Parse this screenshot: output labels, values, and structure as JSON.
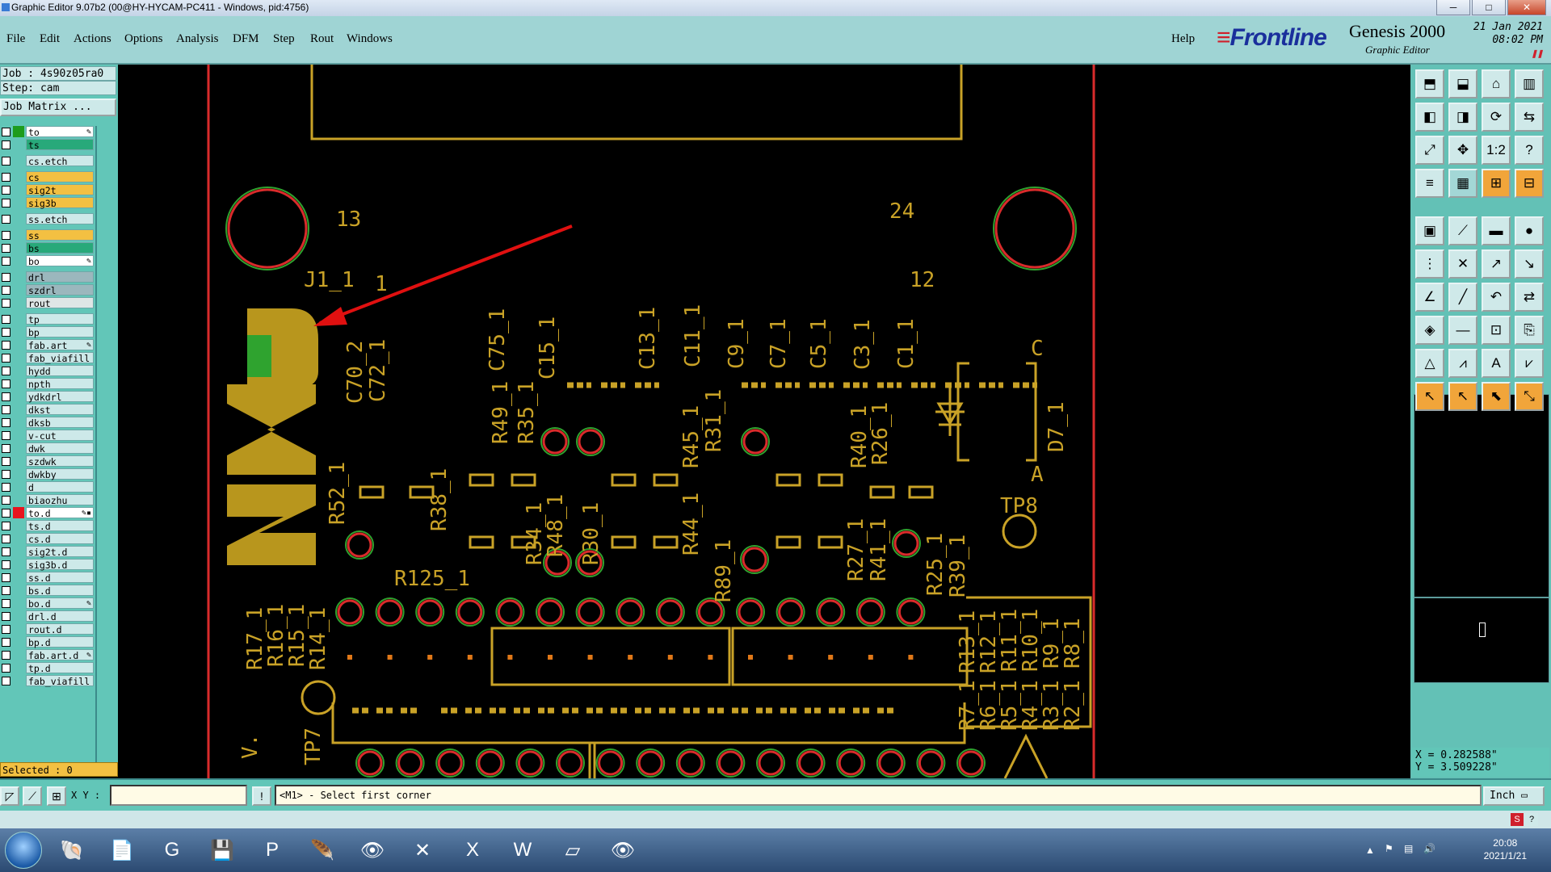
{
  "window": {
    "title": "Graphic Editor 9.07b2 (00@HY-HYCAM-PC411 - Windows, pid:4756)",
    "controls": [
      "─",
      "□",
      "✕"
    ]
  },
  "menu": [
    "File",
    "Edit",
    "Actions",
    "Options",
    "Analysis",
    "DFM",
    "Step",
    "Rout",
    "Windows"
  ],
  "help_label": "Help",
  "brand": {
    "logo_text": "Frontline",
    "product": "Genesis 2000",
    "subtitle": "Graphic Editor",
    "date": "21 Jan 2021",
    "time": "08:02 PM"
  },
  "job": {
    "job_line": "Job : 4s90z05ra0",
    "step_line": "Step: cam",
    "matrix_button": "Job Matrix ..."
  },
  "layers": [
    {
      "name": "to",
      "color": "#ffffff",
      "swatch": "#1d9c1d",
      "flag": "✎"
    },
    {
      "name": "ts",
      "color": "#28a97a",
      "swatch": "#62c6b8",
      "flag": ""
    },
    {
      "name": "cs.etch",
      "color": "#cde9e9",
      "swatch": "#62c6b8",
      "flag": ""
    },
    {
      "name": "cs",
      "color": "#f3c042",
      "swatch": "#62c6b8",
      "flag": ""
    },
    {
      "name": "sig2t",
      "color": "#f3c042",
      "swatch": "#62c6b8",
      "flag": ""
    },
    {
      "name": "sig3b",
      "color": "#f3c042",
      "swatch": "#62c6b8",
      "flag": ""
    },
    {
      "name": "ss.etch",
      "color": "#cde9e9",
      "swatch": "#62c6b8",
      "flag": ""
    },
    {
      "name": "ss",
      "color": "#f3c042",
      "swatch": "#62c6b8",
      "flag": ""
    },
    {
      "name": "bs",
      "color": "#28a97a",
      "swatch": "#62c6b8",
      "flag": ""
    },
    {
      "name": "bo",
      "color": "#ffffff",
      "swatch": "#62c6b8",
      "flag": "✎"
    },
    {
      "name": "drl",
      "color": "#9bb7bd",
      "swatch": "#62c6b8",
      "flag": ""
    },
    {
      "name": "szdrl",
      "color": "#9bb7bd",
      "swatch": "#62c6b8",
      "flag": ""
    },
    {
      "name": "rout",
      "color": "#dfe6e6",
      "swatch": "#62c6b8",
      "flag": ""
    },
    {
      "name": "tp",
      "color": "#cde9e9",
      "swatch": "#62c6b8",
      "flag": ""
    },
    {
      "name": "bp",
      "color": "#cde9e9",
      "swatch": "#62c6b8",
      "flag": ""
    },
    {
      "name": "fab.art",
      "color": "#cde9e9",
      "swatch": "#62c6b8",
      "flag": "✎"
    },
    {
      "name": "fab_viafill",
      "color": "#cde9e9",
      "swatch": "#62c6b8",
      "flag": ""
    },
    {
      "name": "hydd",
      "color": "#cde9e9",
      "swatch": "#62c6b8",
      "flag": ""
    },
    {
      "name": "npth",
      "color": "#cde9e9",
      "swatch": "#62c6b8",
      "flag": ""
    },
    {
      "name": "ydkdrl",
      "color": "#cde9e9",
      "swatch": "#62c6b8",
      "flag": ""
    },
    {
      "name": "dkst",
      "color": "#cde9e9",
      "swatch": "#62c6b8",
      "flag": ""
    },
    {
      "name": "dksb",
      "color": "#cde9e9",
      "swatch": "#62c6b8",
      "flag": ""
    },
    {
      "name": "v-cut",
      "color": "#cde9e9",
      "swatch": "#62c6b8",
      "flag": ""
    },
    {
      "name": "dwk",
      "color": "#cde9e9",
      "swatch": "#62c6b8",
      "flag": ""
    },
    {
      "name": "szdwk",
      "color": "#cde9e9",
      "swatch": "#62c6b8",
      "flag": ""
    },
    {
      "name": "dwkby",
      "color": "#cde9e9",
      "swatch": "#62c6b8",
      "flag": ""
    },
    {
      "name": "d",
      "color": "#cde9e9",
      "swatch": "#62c6b8",
      "flag": ""
    },
    {
      "name": "biaozhu",
      "color": "#cde9e9",
      "swatch": "#62c6b8",
      "flag": ""
    },
    {
      "name": "to.d",
      "color": "#ffffff",
      "swatch": "#e8141e",
      "flag": "✎▪"
    },
    {
      "name": "ts.d",
      "color": "#cde9e9",
      "swatch": "#62c6b8",
      "flag": ""
    },
    {
      "name": "cs.d",
      "color": "#cde9e9",
      "swatch": "#62c6b8",
      "flag": ""
    },
    {
      "name": "sig2t.d",
      "color": "#cde9e9",
      "swatch": "#62c6b8",
      "flag": ""
    },
    {
      "name": "sig3b.d",
      "color": "#cde9e9",
      "swatch": "#62c6b8",
      "flag": ""
    },
    {
      "name": "ss.d",
      "color": "#cde9e9",
      "swatch": "#62c6b8",
      "flag": ""
    },
    {
      "name": "bs.d",
      "color": "#cde9e9",
      "swatch": "#62c6b8",
      "flag": ""
    },
    {
      "name": "bo.d",
      "color": "#cde9e9",
      "swatch": "#62c6b8",
      "flag": "✎"
    },
    {
      "name": "drl.d",
      "color": "#cde9e9",
      "swatch": "#62c6b8",
      "flag": ""
    },
    {
      "name": "rout.d",
      "color": "#cde9e9",
      "swatch": "#62c6b8",
      "flag": ""
    },
    {
      "name": "bp.d",
      "color": "#cde9e9",
      "swatch": "#62c6b8",
      "flag": ""
    },
    {
      "name": "fab.art.d",
      "color": "#cde9e9",
      "swatch": "#62c6b8",
      "flag": "✎"
    },
    {
      "name": "tp.d",
      "color": "#cde9e9",
      "swatch": "#62c6b8",
      "flag": ""
    },
    {
      "name": "fab_viafill",
      "color": "#cde9e9",
      "swatch": "#62c6b8",
      "flag": ""
    }
  ],
  "selected_label": "Selected : 0",
  "pcb": {
    "labels": [
      "13",
      "24",
      "J1_1",
      "1",
      "12",
      "C",
      "A",
      "D7_1",
      "TP8",
      "TP7",
      "R125_1",
      "C70_2",
      "C72_1",
      "C75_1",
      "C15_1",
      "C13_1",
      "C11_1",
      "C9_1",
      "C7_1",
      "C5_1",
      "C3_1",
      "C1_1",
      "R49_1",
      "R35_1",
      "R45_1",
      "R31_1",
      "R40_1",
      "R26_1",
      "R52_1",
      "R38_1",
      "R34_1",
      "R48_1",
      "R30_1",
      "R44_1",
      "R89_1",
      "R27_1",
      "R41_1",
      "R25_1",
      "R39_1",
      "R17_1",
      "R16_1",
      "R15_1",
      "R14_1",
      "R13_1",
      "R12_1",
      "R11_1",
      "R10_1",
      "R9_1",
      "R8_1",
      "R7_1",
      "R6_1",
      "R5_1",
      "R4_1",
      "R3_1",
      "R2_1",
      "V."
    ],
    "logo": "NXP"
  },
  "toolbar_icons": [
    "zoom-home-icon",
    "save-icon",
    "home-icon",
    "panel-icon",
    "move-left-icon",
    "move-right-icon",
    "rotate-icon",
    "flip-icon",
    "zoom-fit-icon",
    "zoom-pan-icon",
    "scale-icon",
    "help-icon",
    "layers-icon",
    "grid-icon",
    "display-a-icon",
    "display-b-icon",
    "pad-icon",
    "line-icon",
    "ruler-icon",
    "dot-icon",
    "connect-icon",
    "cross-icon",
    "arc-a-icon",
    "arc-b-icon",
    "angle-icon",
    "slash-icon",
    "curve-icon",
    "mirror-icon",
    "snap-icon",
    "dash-icon",
    "align-icon",
    "copy-icon",
    "triangle-a-icon",
    "triangle-b-icon",
    "triangle-c-icon",
    "triangle-d-icon",
    "pointer-icon",
    "pointer-select-icon",
    "pointer-edit-icon",
    "pointer-move-icon"
  ],
  "toolbar_glyphs": [
    "⬒",
    "⬓",
    "⌂",
    "▥",
    "◧",
    "◨",
    "⟳",
    "⇆",
    "⤢",
    "✥",
    "1:2",
    "?",
    "≡",
    "▦",
    "⊞",
    "⊟",
    "▣",
    "⟋",
    "▬",
    "●",
    "⋮",
    "✕",
    "↗",
    "↘",
    "∠",
    "╱",
    "↶",
    "⇄",
    "◈",
    "―",
    "⊡",
    "⎘",
    "△",
    "⩘",
    "A",
    "⩗",
    "↖",
    "↖",
    "⬉",
    "⤡"
  ],
  "coords": {
    "x": "X = 0.282588\"",
    "y": "Y = 3.509228\""
  },
  "status": {
    "xy_label": "X Y :",
    "xy_value": "",
    "prompt_marker": "!",
    "prompt": "<M1> - Select first corner",
    "units": "Inch ▭"
  },
  "taskbar": {
    "apps": [
      "start-button",
      "shell-icon",
      "notepad-icon",
      "g-app-icon",
      "save-app-icon",
      "p-app-icon",
      "feather-icon",
      "eye-app-icon",
      "x-app-icon",
      "excel-icon",
      "word-icon",
      "paper-icon",
      "eye2-app-icon"
    ],
    "glyphs": [
      "",
      "🐚",
      "📄",
      "G",
      "💾",
      "P",
      "🪶",
      "👁",
      "✕",
      "X",
      "W",
      "▱",
      "👁"
    ],
    "clock_time": "20:08",
    "clock_date": "2021/1/21"
  }
}
